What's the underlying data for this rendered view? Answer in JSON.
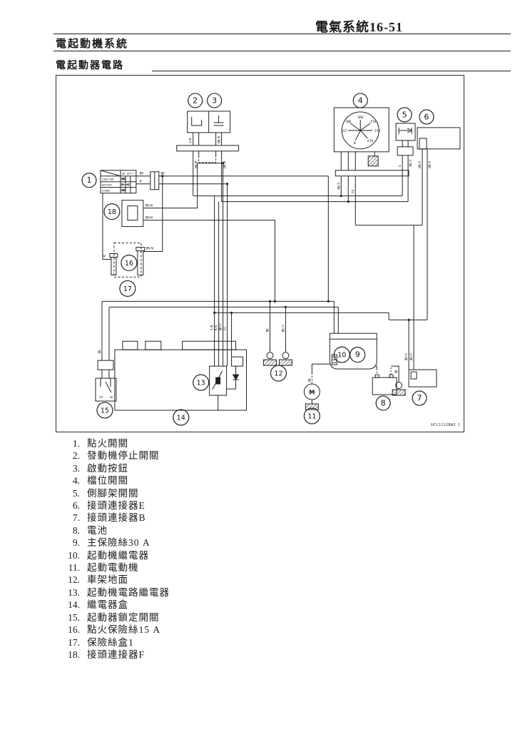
{
  "page": {
    "header_title": "電氣系統16-51",
    "section_title": "電起動機系統",
    "subsection_title": "電起動器電路",
    "diagram_code": "GP11212BW3 C"
  },
  "diagram": {
    "callouts": [
      "1",
      "2",
      "3",
      "4",
      "5",
      "6",
      "7",
      "8",
      "9",
      "10",
      "11",
      "12",
      "13",
      "14",
      "15",
      "16",
      "17",
      "18"
    ],
    "gear_switch_labels": {
      "top": "3RD",
      "upper_left": "2ND",
      "upper_right": "4TH",
      "left": "1ST",
      "right": "5TH",
      "neutral": "N",
      "lower_right": "6TH"
    },
    "ignition_switch_table": {
      "rows": [
        "IGNITION",
        "BATTERY",
        "SIGNAL"
      ],
      "columns": [
        "ON",
        "OFF",
        "P"
      ]
    },
    "lockout_switch": {
      "off": "OFF",
      "on": "ON"
    },
    "motor_label": "M",
    "wire_labels": {
      "yr": "Y/R",
      "bkr": "BK/R",
      "br": "BR",
      "w": "W",
      "brw": "BR/W",
      "g": "G",
      "bky": "BK/Y",
      "lg": "LG",
      "bk": "BK",
      "rg": "R/G",
      "bry": "BR/Y"
    }
  },
  "legend": {
    "items": [
      {
        "num": "1.",
        "label": "點火開關"
      },
      {
        "num": "2.",
        "label": "發動機停止開關"
      },
      {
        "num": "3.",
        "label": "啟動按鈕"
      },
      {
        "num": "4.",
        "label": "檔位開關"
      },
      {
        "num": "5.",
        "label": "側腳架開關"
      },
      {
        "num": "6.",
        "label": "接頭連接器E"
      },
      {
        "num": "7.",
        "label": "接頭連接器B"
      },
      {
        "num": "8.",
        "label": "電池"
      },
      {
        "num": "9.",
        "label": "主保險絲30 A"
      },
      {
        "num": "10.",
        "label": "起動機繼電器"
      },
      {
        "num": "11.",
        "label": "起動電動機"
      },
      {
        "num": "12.",
        "label": "車架地面"
      },
      {
        "num": "13.",
        "label": "起動機電路繼電器"
      },
      {
        "num": "14.",
        "label": "繼電器盒"
      },
      {
        "num": "15.",
        "label": "起動器鎖定開關"
      },
      {
        "num": "16.",
        "label": "點火保險絲15 A"
      },
      {
        "num": "17.",
        "label": "保險絲盒1"
      },
      {
        "num": "18.",
        "label": "接頭連接器F"
      }
    ]
  }
}
